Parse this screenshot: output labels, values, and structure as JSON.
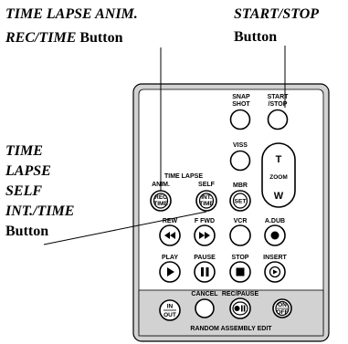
{
  "callouts": {
    "time_lapse_anim": {
      "line1": "TIME LAPSE ANIM.",
      "line2_italic": "REC/TIME",
      "line2_upright": " Button"
    },
    "start_stop": {
      "line1": "START/STOP",
      "line2": "Button"
    },
    "time_lapse_self": {
      "line1": "TIME",
      "line2": "LAPSE",
      "line3": "SELF",
      "line4": "INT./TIME",
      "line5": "Button"
    }
  },
  "remote": {
    "snap_shot": {
      "label1": "SNAP",
      "label2": "SHOT"
    },
    "start_stop": {
      "label1": "START",
      "label2": "/STOP"
    },
    "viss": {
      "label": "VISS"
    },
    "zoom": {
      "top": "T",
      "mid": "ZOOM",
      "bottom": "W"
    },
    "time_lapse": {
      "header": "TIME LAPSE",
      "anim": "ANIM.",
      "self": "SELF",
      "rec_time_1": "REC",
      "rec_time_2": "TIME",
      "int_time_1": "INT.",
      "int_time_2": "TIME"
    },
    "mbr": {
      "label": "MBR",
      "button": "SET"
    },
    "rew": "REW",
    "ffwd": "F FWD",
    "vcr": "VCR",
    "adub": "A.DUB",
    "play": "PLAY",
    "pause": "PAUSE",
    "stop": "STOP",
    "insert": "INSERT",
    "cancel": "CANCEL",
    "rec_pause": "REC/PAUSE",
    "in_out": {
      "top": "IN",
      "bottom": "OUT"
    },
    "on_off": {
      "top": "ON",
      "bottom": "OFF"
    },
    "footer": "RANDOM ASSEMBLY EDIT"
  },
  "colors": {
    "bezel": "#d2d2d2",
    "panel": "#ffffff",
    "ink": "#000000"
  }
}
